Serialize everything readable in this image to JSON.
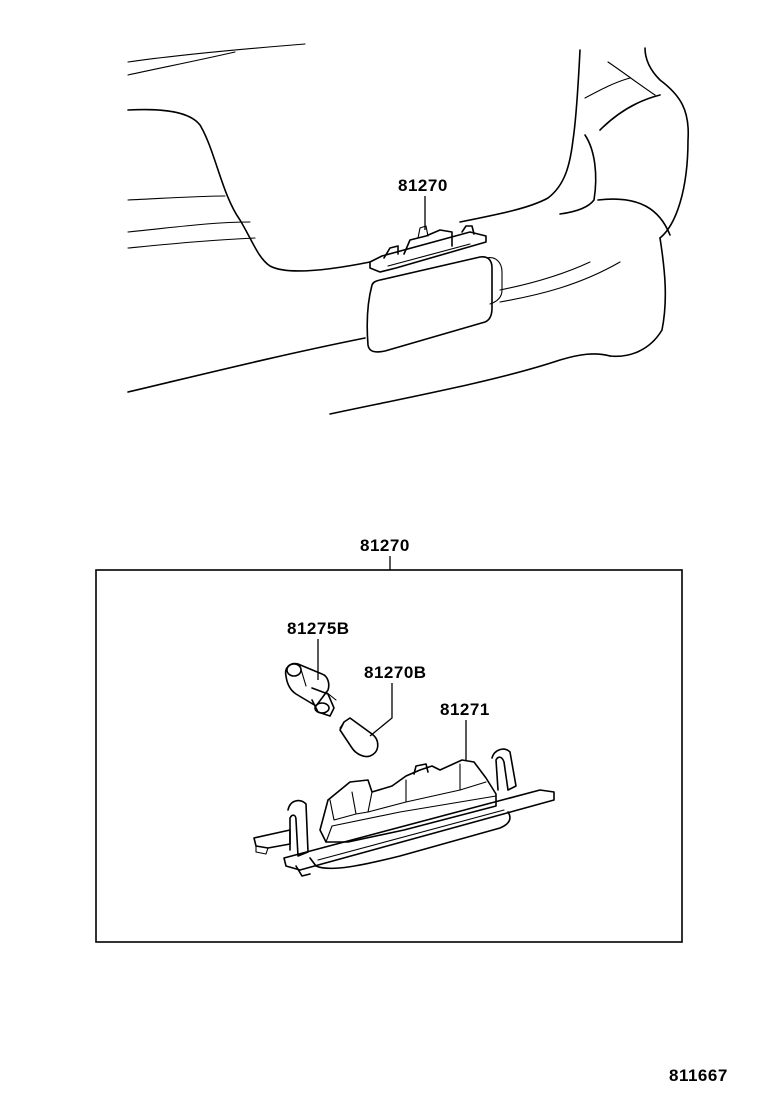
{
  "labels": {
    "assembly_top": "81270",
    "assembly_box": "81270",
    "socket": "81275B",
    "bulb": "81270B",
    "lens_housing": "81271",
    "illustration_code": "811667"
  }
}
